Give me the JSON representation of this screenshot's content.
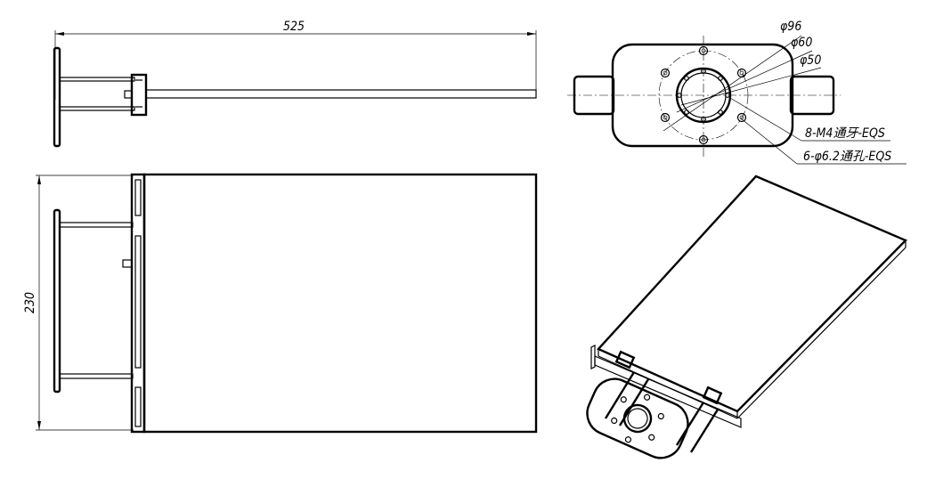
{
  "dimensions": {
    "length": "525",
    "width": "230"
  },
  "callouts": {
    "dia_96": "φ96",
    "dia_60": "φ60",
    "dia_50": "φ50",
    "thread_holes": "8-M4通牙-EQS",
    "through_holes": "6-φ6.2通孔-EQS"
  },
  "colors": {
    "line": "#000000",
    "background": "#ffffff"
  }
}
